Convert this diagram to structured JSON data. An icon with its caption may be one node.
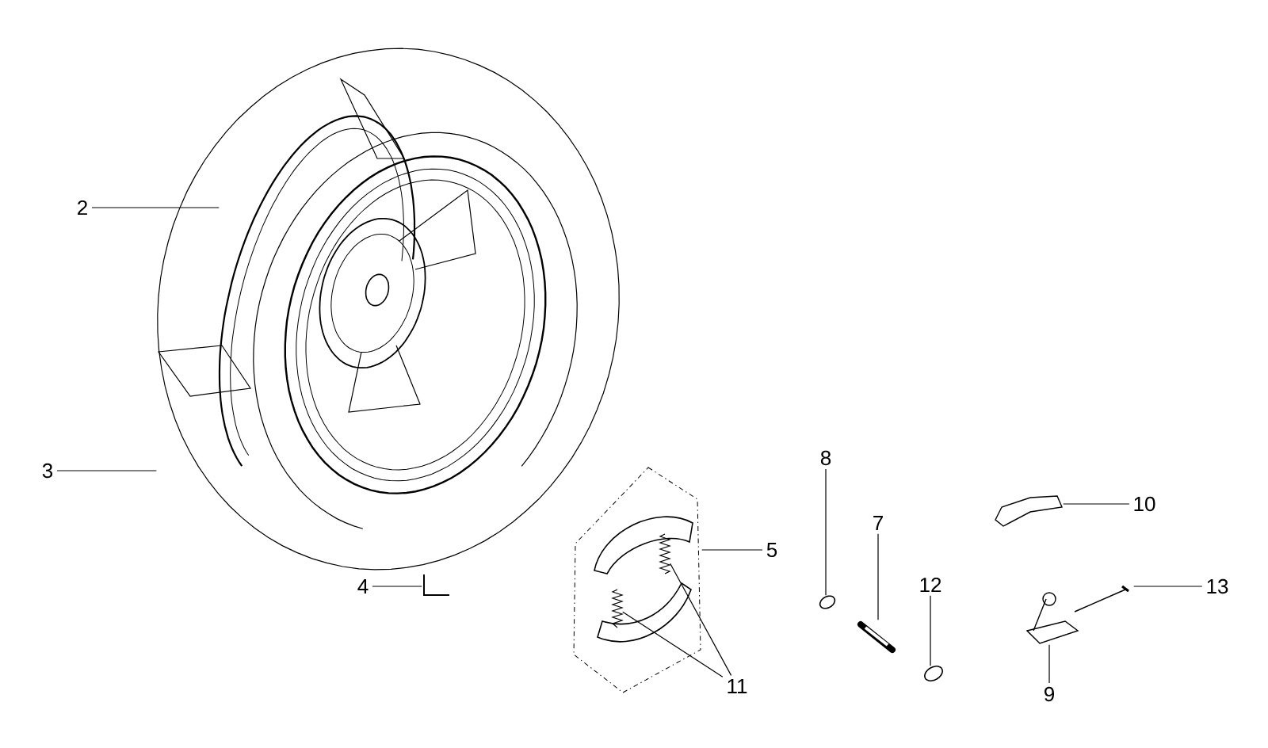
{
  "diagram": {
    "nodes": [
      {
        "text": [
          "2"
        ]
      },
      {
        "text": [
          "3"
        ]
      },
      {
        "text": [
          "4"
        ]
      },
      {
        "text": [
          "5"
        ]
      },
      {
        "text": [
          "8"
        ]
      },
      {
        "text": [
          "7"
        ]
      },
      {
        "text": [
          "12"
        ]
      },
      {
        "text": [
          "10"
        ]
      },
      {
        "text": [
          "13"
        ]
      },
      {
        "text": [
          "9"
        ]
      },
      {
        "text": [
          "11"
        ]
      },
      {
        "text": [],
        "shape": "picture"
      },
      {
        "text": [],
        "shape": "picture",
        "in": 11
      },
      {
        "text": [],
        "shape": "picture"
      },
      {
        "text": [],
        "shape": "picture"
      },
      {
        "text": [],
        "shape": "picture",
        "in": 14
      },
      {
        "text": [],
        "shape": "picture",
        "in": 14
      },
      {
        "text": [],
        "shape": "picture"
      },
      {
        "text": [],
        "shape": "picture"
      },
      {
        "text": [],
        "shape": "picture"
      },
      {
        "text": [],
        "shape": "picture"
      },
      {
        "text": [],
        "shape": "picture"
      },
      {
        "text": [],
        "shape": "picture"
      }
    ],
    "edges": [
      {
        "from": 0,
        "to": 12,
        "arrow": "none"
      },
      {
        "from": 1,
        "to": 11,
        "arrow": "none"
      },
      {
        "from": 2,
        "to": 13,
        "arrow": "none"
      },
      {
        "from": 3,
        "to": 14,
        "arrow": "none"
      },
      {
        "from": 4,
        "to": 17,
        "arrow": "none"
      },
      {
        "from": 5,
        "to": 18,
        "arrow": "none"
      },
      {
        "from": 6,
        "to": 19,
        "arrow": "none"
      },
      {
        "from": 7,
        "to": 20,
        "arrow": "none"
      },
      {
        "from": 8,
        "to": 21,
        "arrow": "none"
      },
      {
        "from": 9,
        "to": 22,
        "arrow": "none"
      },
      {
        "from": 10,
        "to": 15,
        "arrow": "none"
      },
      {
        "from": 10,
        "to": 16,
        "arrow": "none"
      }
    ]
  }
}
